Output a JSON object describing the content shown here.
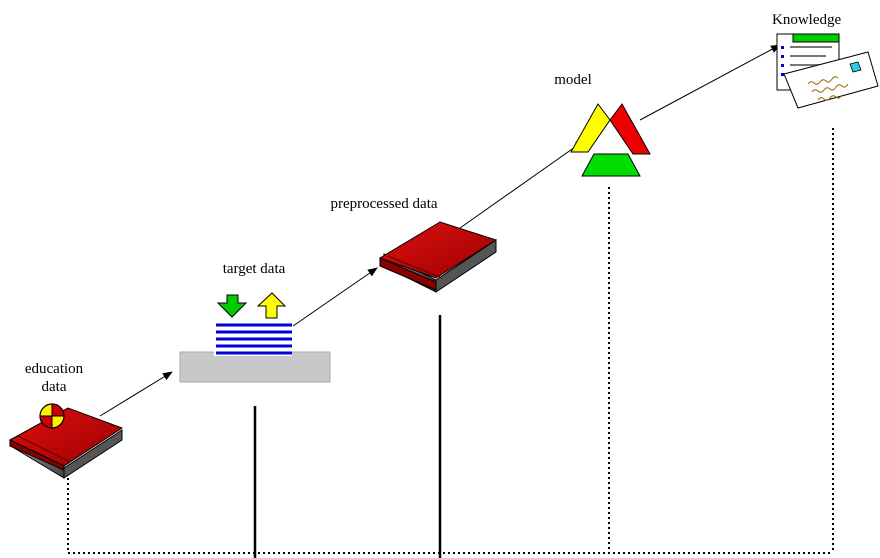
{
  "labels": {
    "education_data_line1": "education",
    "education_data_line2": "data",
    "target_data": "target data",
    "preprocessed_data": "preprocessed data",
    "model": "model",
    "knowledge": "Knowledge"
  },
  "icons": {
    "education_data": "book-with-pie-icon",
    "target_data": "stacked-lines-with-arrows-icon",
    "preprocessed_data": "book-icon",
    "model": "triangle-model-icon",
    "knowledge": "document-report-icon"
  },
  "colors": {
    "book_red": "#cc0000",
    "model_yellow": "#ffff00",
    "model_red": "#ee0000",
    "model_green": "#00dd00",
    "lines_blue": "#0000dd",
    "arrow_green": "#00cc00",
    "arrow_yellow": "#ffff00",
    "tray_gray": "#c8c8c8"
  }
}
